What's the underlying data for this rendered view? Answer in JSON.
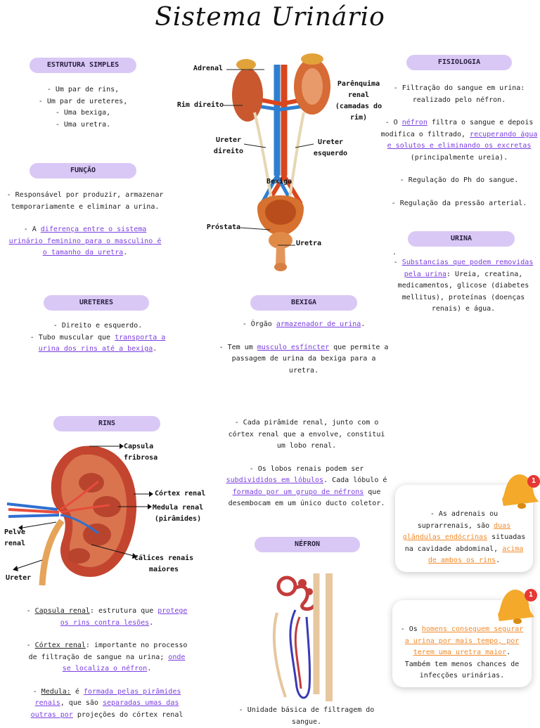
{
  "page_title": "Sistema Urinário",
  "estrutura": {
    "title": "ESTRUTURA SIMPLES",
    "lines": [
      "- Um par de rins,",
      "- Um par de ureteres,",
      "- Uma bexiga,",
      "- Uma uretra."
    ]
  },
  "funcao": {
    "title": "FUNÇÃO",
    "p1": "- Responsável por produzir, armazenar temporariamente e eliminar a urina.",
    "p2_a": "- A ",
    "p2_link": "diferença entre o sistema urinário feminino para o masculino é o tamanho da uretra",
    "p2_b": "."
  },
  "anatomy_labels": {
    "adrenal": "Adrenal",
    "rim_direito": "Rim direito",
    "parenquima": "Parênquima renal (camadas do rim)",
    "ureter_direito": "Ureter direito",
    "ureter_esquerdo": "Ureter esquerdo",
    "bexiga": "Bexiga",
    "prostata": "Próstata",
    "uretra": "Uretra"
  },
  "fisiologia": {
    "title": "FISIOLOGIA",
    "p1": "- Filtração do sangue em urina: realizado pelo néfron.",
    "p2_a": "- O ",
    "p2_link1": "néfron",
    "p2_b": " filtra o sangue e depois modifica o filtrado, ",
    "p2_link2": "recuperando água e solutos e eliminando os excretas",
    "p2_c": " (principalmente ureia).",
    "p3": "- Regulação do Ph do sangue.",
    "p4": "- Regulação da pressão arterial."
  },
  "urina": {
    "title": "URINA",
    "dot": ".",
    "a": "- ",
    "link": "Substancias que podem removidas pela urina",
    "b": ": Ureia, creatina, medicamentos, glicose (diabetes mellitus), proteínas (doenças renais) e água."
  },
  "ureteres": {
    "title": "URETERES",
    "p1": "- Direito e esquerdo.",
    "p2_a": "- Tubo muscular que ",
    "p2_link": "transporta a urina dos rins até a bexiga",
    "p2_b": "."
  },
  "bexiga": {
    "title": "BEXIGA",
    "p1_a": "- Órgão ",
    "p1_link": "armazenador de urina",
    "p1_b": ".",
    "p2_a": "- Tem um ",
    "p2_link": "musculo esfíncter",
    "p2_b": " que permite a passagem de urina da bexiga para a uretra."
  },
  "rins": {
    "title": "RINS",
    "labels": {
      "capsula": "Capsula fribrosa",
      "cortex": "Córtex renal",
      "medula": "Medula renal (pirâmides)",
      "pelve": "Pelve renal",
      "calices": "Cálices renais maiores",
      "ureter": "Ureter"
    },
    "c1_term": "Capsula renal",
    "c1_a": ": estrutura que ",
    "c1_link": "protege os rins contra lesões",
    "c1_b": ".",
    "c2_term": "Córtex renal",
    "c2_a": ": importante no processo de filtração de sangue na urina; ",
    "c2_link": "onde se localiza o néfron",
    "c2_b": ".",
    "c3_term": "Medula:",
    "c3_a": " é ",
    "c3_link1": "formada pelas pirâmides renais",
    "c3_b": ", que são ",
    "c3_link2": "separadas umas das outras por",
    "c3_c": " projeções do córtex renal"
  },
  "lobos": {
    "p1": "- Cada pirâmide renal, junto com o córtex renal que a envolve, constitui um lobo renal.",
    "p2_a": "- Os lobos renais podem ser ",
    "p2_link1": "subdivididos em lóbulos",
    "p2_b": ". Cada lóbulo é ",
    "p2_link2": "formado por um grupo de néfrons",
    "p2_c": " que desembocam em um único ducto coletor."
  },
  "nefron": {
    "title": "NÉFRON",
    "p1": "- Unidade básica de filtragem do sangue."
  },
  "notes": {
    "badge": "1",
    "n1_a": "- As adrenais ou suprarrenais, são ",
    "n1_link1": "duas glândulas endócrinas",
    "n1_b": " situadas na cavidade abdominal, ",
    "n1_link2": "acima de ambos os rins",
    "n1_c": ".",
    "n2_a": "- Os ",
    "n2_link": "homens conseguem segurar a urina por mais tempo, por terem uma uretra maior",
    "n2_b": ". Também tem menos chances de infecções urinárias."
  },
  "colors": {
    "pill": "#d9c8f5",
    "link_purple": "#7c3fe0",
    "link_orange": "#f18a2a",
    "bell": "#f4a92b",
    "badge": "#e53935"
  }
}
